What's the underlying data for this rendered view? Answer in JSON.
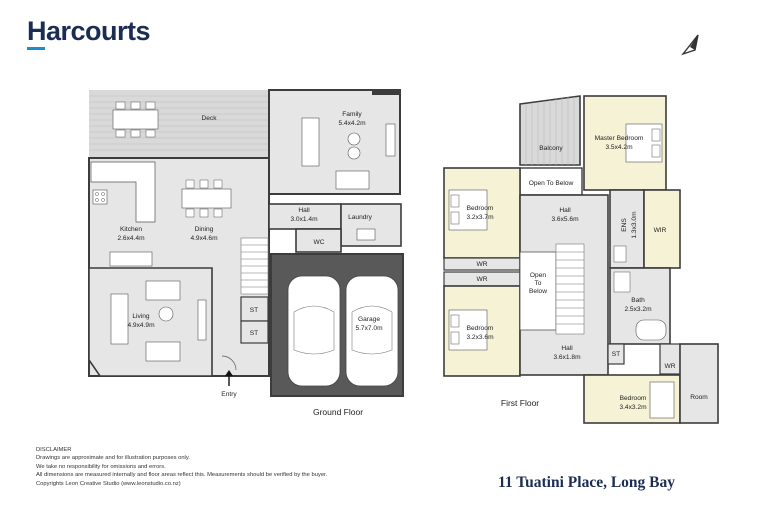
{
  "brand": {
    "name": "Harcourts",
    "accent_color": "#1a8fcf",
    "text_color": "#1b2d52"
  },
  "north_icon": "north-arrow-icon",
  "address": "11 Tuatini Place, Long Bay",
  "floors": [
    {
      "name": "Ground Floor",
      "rooms": [
        {
          "name": "Deck",
          "size": ""
        },
        {
          "name": "Family",
          "size": "5.4x4.2m"
        },
        {
          "name": "Kitchen",
          "size": "2.6x4.4m"
        },
        {
          "name": "Dining",
          "size": "4.9x4.6m"
        },
        {
          "name": "Hall",
          "size": "3.0x1.4m"
        },
        {
          "name": "Laundry",
          "size": ""
        },
        {
          "name": "WC",
          "size": ""
        },
        {
          "name": "Living",
          "size": "4.9x4.9m"
        },
        {
          "name": "Garage",
          "size": "5.7x7.0m"
        },
        {
          "name": "ST",
          "size": ""
        },
        {
          "name": "ST",
          "size": ""
        },
        {
          "name": "Entry",
          "size": ""
        }
      ]
    },
    {
      "name": "First Floor",
      "rooms": [
        {
          "name": "Balcony",
          "size": ""
        },
        {
          "name": "Master Bedroom",
          "size": "3.5x4.2m"
        },
        {
          "name": "Open To Below",
          "size": ""
        },
        {
          "name": "Bedroom",
          "size": "3.2x3.7m"
        },
        {
          "name": "Hall",
          "size": "3.6x5.6m"
        },
        {
          "name": "ENS",
          "size": "1.3x3.0m"
        },
        {
          "name": "WIR",
          "size": ""
        },
        {
          "name": "WR",
          "size": ""
        },
        {
          "name": "WR",
          "size": ""
        },
        {
          "name": "Open",
          "size": ""
        },
        {
          "name": "To",
          "size": ""
        },
        {
          "name": "Below",
          "size": ""
        },
        {
          "name": "Bath",
          "size": "2.5x3.2m"
        },
        {
          "name": "Bedroom",
          "size": "3.2x3.6m"
        },
        {
          "name": "Hall",
          "size": "3.6x1.8m"
        },
        {
          "name": "ST",
          "size": ""
        },
        {
          "name": "WR",
          "size": ""
        },
        {
          "name": "Bedroom",
          "size": "3.4x3.2m"
        },
        {
          "name": "Room",
          "size": ""
        }
      ]
    }
  ],
  "disclaimer": {
    "title": "DISCLAIMER",
    "lines": [
      "Drawings are approximate and for illustration purposes only.",
      "We take no responsibility for omissions and errors.",
      "All dimensions are measured internally and floor areas reflect this. Measurements should be verified by the buyer.",
      "Copyrights Leon Creative Studio (www.leonstudio.co.nz)"
    ]
  },
  "colors": {
    "wall": "#3c3c3c",
    "room_grey": "#e6e6e6",
    "room_beige": "#f5f2d6",
    "deck": "#d9d9d9",
    "garage": "#595959"
  }
}
